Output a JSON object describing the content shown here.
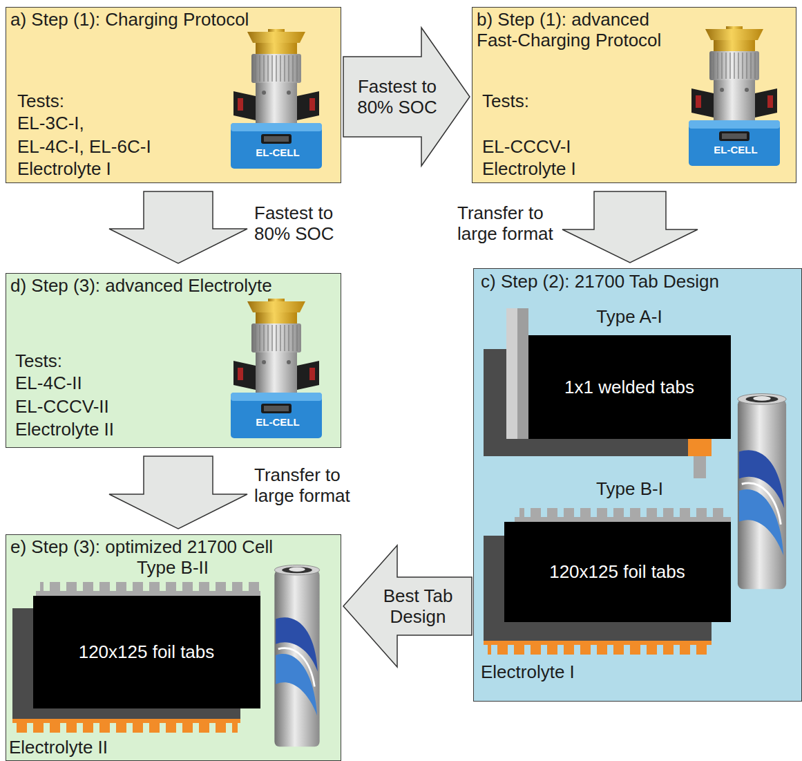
{
  "diagram": {
    "nodes": [
      {
        "text": [
          "a) Step (1): Charging Protocol",
          "Tests:",
          "EL-3C-I,",
          "EL-4C-I, EL-6C-I",
          "Electrolyte I"
        ]
      },
      {
        "text": [
          "b) Step (1): advanced Fast-Charging Protocol",
          "Tests:",
          "EL-CCCV-I",
          "Electrolyte I"
        ]
      },
      {
        "text": [
          "c) Step (2): 21700 Tab Design",
          "Electrolyte I"
        ]
      },
      {
        "text": [
          "Type A-I",
          "1x1 welded tabs"
        ],
        "in": 2
      },
      {
        "text": [
          "Type B-I",
          "120x125 foil tabs"
        ],
        "in": 2
      },
      {
        "text": [
          "d) Step (3): advanced Electrolyte",
          "Tests:",
          "EL-4C-II",
          "EL-CCCV-II",
          "Electrolyte II"
        ]
      },
      {
        "text": [
          "e) Step (3): optimized 21700 Cell",
          "Electrolyte II"
        ]
      },
      {
        "text": [
          "Type B-II",
          "120x125 foil tabs"
        ],
        "in": 6
      }
    ],
    "edges": [
      {
        "from": 0,
        "to": 1,
        "arrow": "to",
        "label": "Fastest to 80% SOC"
      },
      {
        "from": 0,
        "to": 5,
        "arrow": "to",
        "label": "Fastest to 80% SOC"
      },
      {
        "from": 1,
        "to": 2,
        "arrow": "to",
        "label": "Transfer to large format"
      },
      {
        "from": 5,
        "to": 6,
        "arrow": "to",
        "label": "Transfer to large format"
      },
      {
        "from": 2,
        "to": 6,
        "arrow": "to",
        "label": "Best Tab Design"
      }
    ],
    "labels": [
      "EL-CELL",
      "EL-CELL",
      "EL-CELL"
    ]
  }
}
